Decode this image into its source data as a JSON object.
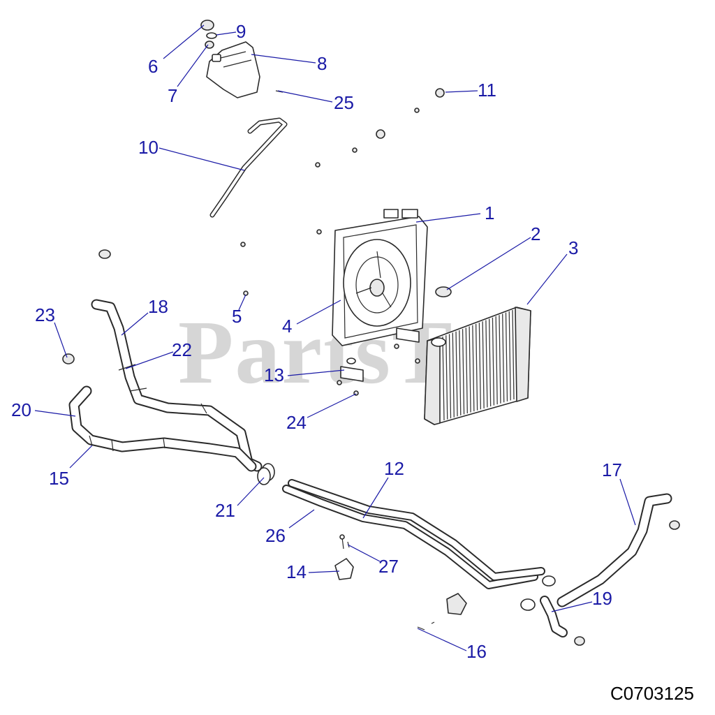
{
  "watermark": "PartsTre",
  "diagram_code": "C0703125",
  "colors": {
    "callout": "#1a1aa6",
    "line_art": "#2a2a2a",
    "background": "#ffffff"
  },
  "callouts": [
    "1",
    "2",
    "3",
    "4",
    "5",
    "6",
    "7",
    "8",
    "9",
    "10",
    "11",
    "12",
    "13",
    "14",
    "15",
    "16",
    "17",
    "18",
    "19",
    "20",
    "21",
    "22",
    "23",
    "24",
    "25",
    "26",
    "27"
  ]
}
